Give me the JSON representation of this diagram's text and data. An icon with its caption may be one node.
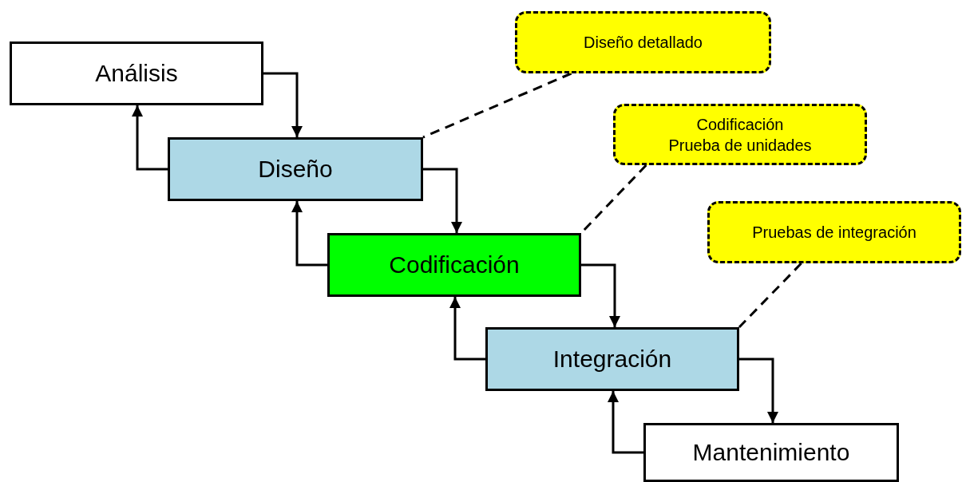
{
  "diagram": {
    "nodes": [
      {
        "text": [
          "Diseño detallado"
        ]
      },
      {
        "text": [
          "Análisis"
        ]
      },
      {
        "text": [
          "Codificación",
          "Prueba de unidades"
        ]
      },
      {
        "text": [
          "Diseño"
        ]
      },
      {
        "text": [
          "Pruebas de integración"
        ]
      },
      {
        "text": [
          "Codificación"
        ]
      },
      {
        "text": [
          "Integración"
        ]
      },
      {
        "text": [
          "Mantenimiento"
        ]
      }
    ],
    "edges": [
      {
        "from": 1,
        "to": 3,
        "arrow": "to"
      },
      {
        "from": 3,
        "to": 1,
        "arrow": "to"
      },
      {
        "from": 3,
        "to": 5,
        "arrow": "to"
      },
      {
        "from": 5,
        "to": 3,
        "arrow": "to"
      },
      {
        "from": 5,
        "to": 6,
        "arrow": "to"
      },
      {
        "from": 6,
        "to": 5,
        "arrow": "to"
      },
      {
        "from": 6,
        "to": 7,
        "arrow": "to"
      },
      {
        "from": 7,
        "to": 6,
        "arrow": "to"
      },
      {
        "from": 0,
        "to": 3,
        "arrow": "none",
        "style": "dashed"
      },
      {
        "from": 2,
        "to": 5,
        "arrow": "none",
        "style": "dashed"
      },
      {
        "from": 4,
        "to": 6,
        "arrow": "none",
        "style": "dashed"
      }
    ]
  }
}
